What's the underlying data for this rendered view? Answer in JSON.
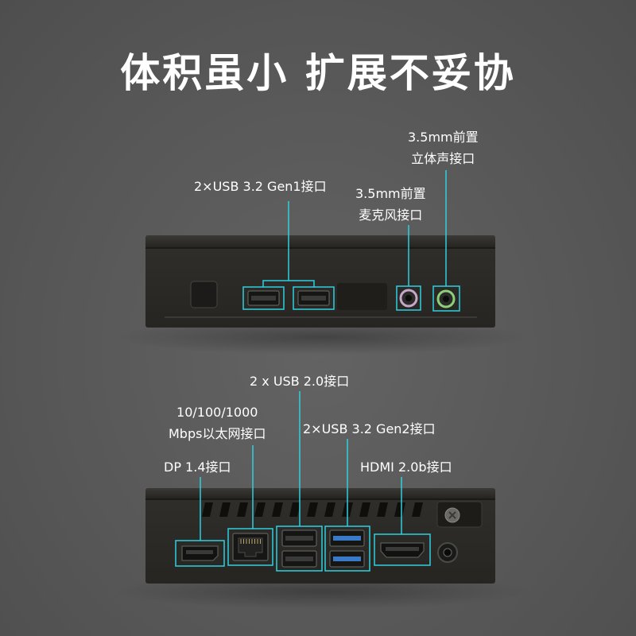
{
  "headline": "体积虽小 扩展不妥协",
  "front_labels": {
    "usb_gen1": "2×USB 3.2 Gen1接口",
    "mic_line1": "3.5mm前置",
    "mic_line2": "麦克风接口",
    "stereo_line1": "3.5mm前置",
    "stereo_line2": "立体声接口"
  },
  "rear_labels": {
    "usb20": "2 x USB 2.0接口",
    "ethernet_line1": "10/100/1000",
    "ethernet_line2": "Mbps以太网接口",
    "usb_gen2": "2×USB 3.2 Gen2接口",
    "dp": "DP 1.4接口",
    "hdmi": "HDMI 2.0b接口"
  },
  "colors": {
    "background": "#5a5a5a",
    "callout_line": "#2fd0e0",
    "chassis": "#2b2a27",
    "usb_blue": "#3a78c8",
    "mic_ring": "#c8a6c8",
    "stereo_ring": "#8ed07a"
  }
}
